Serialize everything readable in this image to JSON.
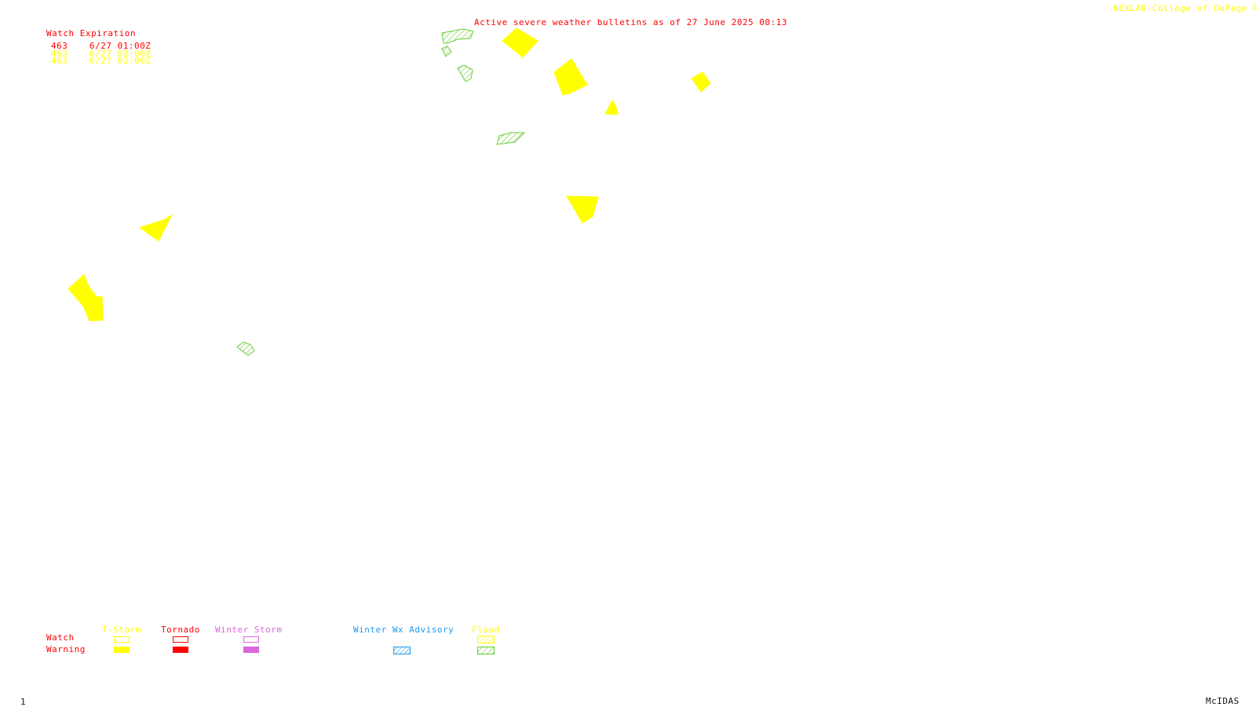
{
  "header": {
    "title": "Active severe weather bulletins as of 27 June 2025 00:13",
    "credit": "NEXLAB-College of DuPage R"
  },
  "watch_expiration": {
    "heading": "Watch Expiration",
    "rows": [
      {
        "number": "463",
        "expires": "6/27 01:00Z",
        "color": "#ff0000"
      },
      {
        "number": "463",
        "expires": "6/27 02:00Z",
        "color": "#ffff00"
      },
      {
        "number": "463",
        "expires": "6/27 02:00Z",
        "color": "#ffff00"
      }
    ]
  },
  "legend": {
    "row_labels": {
      "watch": "Watch",
      "warning": "Warning"
    },
    "categories": [
      {
        "label": "T-Storm",
        "color": "#ffff00",
        "has_watch": true,
        "watch_style": "outline",
        "has_warning": true,
        "warning_style": "solid"
      },
      {
        "label": "Tornado",
        "color": "#ff0000",
        "has_watch": true,
        "watch_style": "outline",
        "has_warning": true,
        "warning_style": "solid"
      },
      {
        "label": "Winter Storm",
        "color": "#dd66dd",
        "has_watch": true,
        "watch_style": "outline",
        "has_warning": true,
        "warning_style": "solid"
      },
      {
        "label": "Winter Wx Advisory",
        "color": "#2299ee",
        "has_watch": false,
        "has_warning": true,
        "warning_style": "hatched"
      },
      {
        "label": "Flood",
        "color": "#ffff00",
        "alt_color": "#66cc33",
        "has_watch": true,
        "watch_style": "hatched",
        "has_warning": true,
        "warning_style": "hatched"
      }
    ]
  },
  "footer": {
    "frame_number": "1",
    "software": "McIDAS"
  },
  "colors": {
    "tstorm_warning": "#ffff00",
    "flood_warning": "#66cc33",
    "title": "#ff0000",
    "text_dark": "#111111"
  }
}
